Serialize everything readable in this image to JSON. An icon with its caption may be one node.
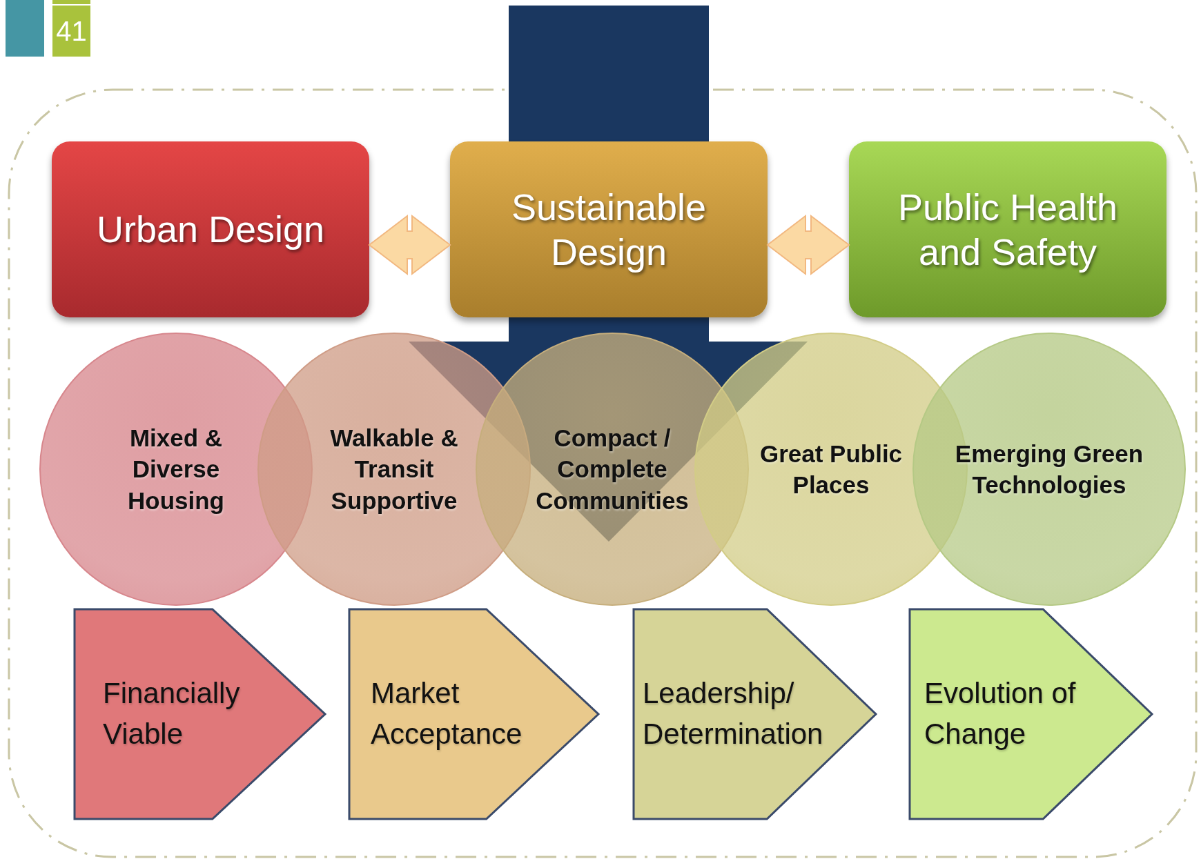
{
  "diagram": {
    "nodes": [
      {
        "text": [
          "Urban Design"
        ]
      },
      {
        "text": [
          "Sustainable Design"
        ]
      },
      {
        "text": [
          "Public Health and Safety"
        ]
      },
      {
        "text": [
          "Mixed & Diverse Housing"
        ]
      },
      {
        "text": [
          "Walkable & Transit Supportive"
        ]
      },
      {
        "text": [
          "Compact / Complete Communities"
        ]
      },
      {
        "text": [
          "Great Public Places"
        ]
      },
      {
        "text": [
          "Emerging Green Technologies"
        ]
      },
      {
        "text": [
          "Financially Viable"
        ]
      },
      {
        "text": [
          "Market Acceptance"
        ]
      },
      {
        "text": [
          "Leadership/ Determination"
        ]
      },
      {
        "text": [
          "Evolution of Change"
        ]
      }
    ],
    "edges": [
      {
        "from": 0,
        "to": 1,
        "arrow": "both"
      },
      {
        "from": 1,
        "to": 2,
        "arrow": "both"
      }
    ],
    "labels": [
      "41"
    ]
  }
}
